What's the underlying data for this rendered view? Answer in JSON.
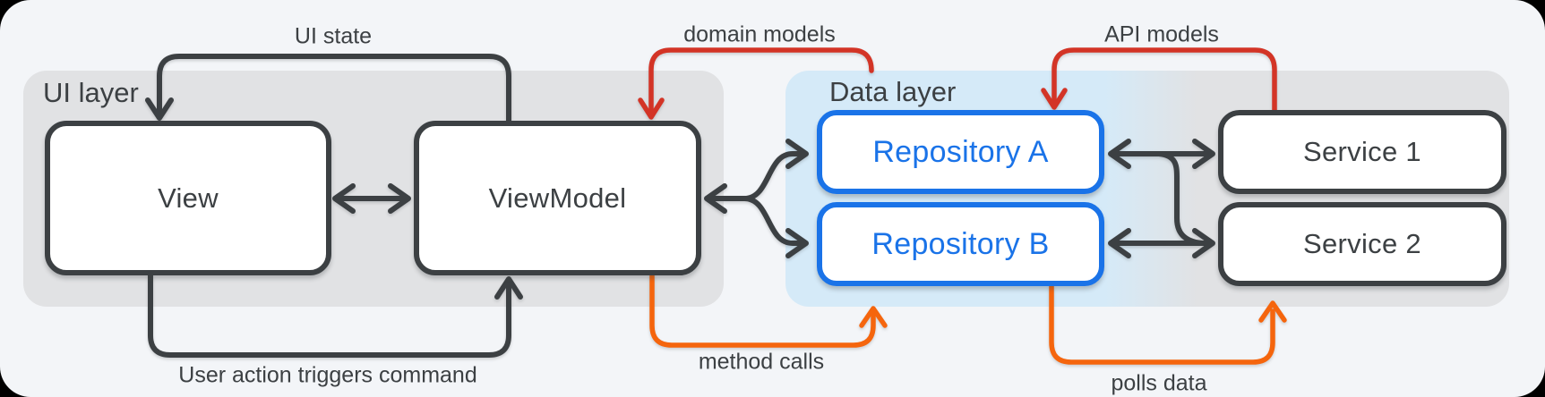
{
  "diagram": {
    "layers": {
      "ui": {
        "label": "UI layer"
      },
      "data": {
        "label": "Data layer"
      }
    },
    "nodes": {
      "view": {
        "label": "View",
        "layer": "ui"
      },
      "viewmodel": {
        "label": "ViewModel",
        "layer": "ui"
      },
      "repository_a": {
        "label": "Repository A",
        "layer": "data"
      },
      "repository_b": {
        "label": "Repository B",
        "layer": "data"
      },
      "service_1": {
        "label": "Service 1"
      },
      "service_2": {
        "label": "Service 2"
      }
    },
    "edges": {
      "ui_state": {
        "label": "UI state",
        "from": "viewmodel",
        "to": "view",
        "color": "dark"
      },
      "user_action": {
        "label": "User action triggers command",
        "from": "view",
        "to": "viewmodel",
        "color": "dark"
      },
      "domain_models": {
        "label": "domain models",
        "from": "data_layer",
        "to": "viewmodel",
        "color": "red"
      },
      "method_calls": {
        "label": "method calls",
        "from": "viewmodel",
        "to": "data_layer",
        "color": "orange"
      },
      "api_models": {
        "label": "API models",
        "from": "service_1",
        "to": "repository_a",
        "color": "red"
      },
      "polls_data": {
        "label": "polls data",
        "from": "repository_b",
        "to": "service_2",
        "color": "orange"
      },
      "view_viewmodel": {
        "label": "",
        "from": "view",
        "to": "viewmodel",
        "bidirectional": true,
        "color": "dark"
      },
      "viewmodel_repositories": {
        "label": "",
        "from": "viewmodel",
        "to": [
          "repository_a",
          "repository_b"
        ],
        "bidirectional": true,
        "color": "dark"
      },
      "repository_a_service_1": {
        "label": "",
        "from": "repository_a",
        "to": "service_1",
        "bidirectional": true,
        "color": "dark"
      },
      "repository_b_service_2": {
        "label": "",
        "from": "repository_b",
        "to": "service_2",
        "bidirectional": true,
        "color": "dark"
      }
    },
    "colors": {
      "canvas_bg": "#f3f5f8",
      "page_bg": "#000000",
      "panel_gray": "#e1e2e4",
      "panel_blue": "#d5eaf8",
      "arrow_dark": "#3c4043",
      "arrow_red": "#d33426",
      "arrow_orange": "#f5650d",
      "node_border_dark": "#3c4043",
      "node_border_blue": "#1a73e8",
      "text_dark": "#3c4043",
      "text_blue": "#1a73e8",
      "node_fill": "#ffffff"
    }
  }
}
